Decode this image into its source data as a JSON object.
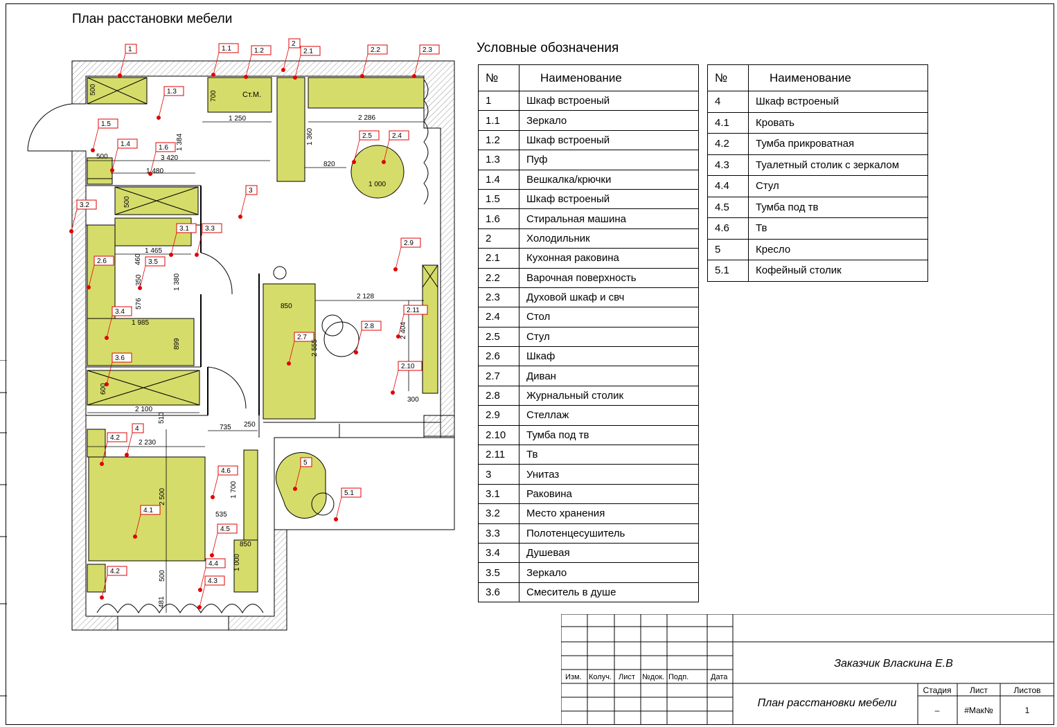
{
  "title": "План расстановки мебели",
  "legend_title": "Условные обозначения",
  "legend_header": {
    "num": "№",
    "name": "Наименование"
  },
  "legend_left": [
    {
      "num": "1",
      "name": "Шкаф встроеный"
    },
    {
      "num": "1.1",
      "name": "Зеркало"
    },
    {
      "num": "1.2",
      "name": "Шкаф встроеный"
    },
    {
      "num": "1.3",
      "name": "Пуф"
    },
    {
      "num": "1.4",
      "name": "Вешкалка/крючки"
    },
    {
      "num": "1.5",
      "name": "Шкаф встроеный"
    },
    {
      "num": "1.6",
      "name": "Стиральная машина"
    },
    {
      "num": "2",
      "name": "Холодильник"
    },
    {
      "num": "2.1",
      "name": "Кухонная раковина"
    },
    {
      "num": "2.2",
      "name": "Варочная поверхность"
    },
    {
      "num": "2.3",
      "name": "Духовой шкаф и свч"
    },
    {
      "num": "2.4",
      "name": "Стол"
    },
    {
      "num": "2.5",
      "name": "Стул"
    },
    {
      "num": "2.6",
      "name": "Шкаф"
    },
    {
      "num": "2.7",
      "name": "Диван"
    },
    {
      "num": "2.8",
      "name": "Журнальный столик"
    },
    {
      "num": "2.9",
      "name": "Стеллаж"
    },
    {
      "num": "2.10",
      "name": "Тумба под тв"
    },
    {
      "num": "2.11",
      "name": "Тв"
    },
    {
      "num": "3",
      "name": "Унитаз"
    },
    {
      "num": "3.1",
      "name": "Раковина"
    },
    {
      "num": "3.2",
      "name": "Место хранения"
    },
    {
      "num": "3.3",
      "name": "Полотенцесушитель"
    },
    {
      "num": "3.4",
      "name": "Душевая"
    },
    {
      "num": "3.5",
      "name": "Зеркало"
    },
    {
      "num": "3.6",
      "name": "Смеситель в душе"
    }
  ],
  "legend_right": [
    {
      "num": "4",
      "name": "Шкаф встроеный"
    },
    {
      "num": "4.1",
      "name": "Кровать"
    },
    {
      "num": "4.2",
      "name": "Тумба прикроватная"
    },
    {
      "num": "4.3",
      "name": "Туалетный столик с зеркалом"
    },
    {
      "num": "4.4",
      "name": "Стул"
    },
    {
      "num": "4.5",
      "name": "Тумба под тв"
    },
    {
      "num": "4.6",
      "name": "Тв"
    },
    {
      "num": "5",
      "name": "Кресло"
    },
    {
      "num": "5.1",
      "name": "Кофейный столик"
    }
  ],
  "stamp": {
    "cols": [
      "Изм.",
      "Колуч.",
      "Лист",
      "№док.",
      "Подп.",
      "Дата"
    ],
    "customer": "Заказчик Власкина Е.В",
    "sheet_title": "План расстановки мебели",
    "stage_label": "Стадия",
    "sheet_label": "Лист",
    "sheets_label": "Листов",
    "stage_value": "–",
    "sheet_value": "#Мак№",
    "sheets_value": "1"
  },
  "plan_marks": [
    "1",
    "1.1",
    "1.2",
    "1.3",
    "1.4",
    "1.5",
    "1.6",
    "2",
    "2.1",
    "2.2",
    "2.3",
    "2.4",
    "2.5",
    "2.6",
    "2.7",
    "2.8",
    "2.9",
    "2.10",
    "2.11",
    "3",
    "3.1",
    "3.2",
    "3.3",
    "3.4",
    "3.5",
    "3.6",
    "4",
    "4.1",
    "4.2",
    "4.2",
    "4.3",
    "4.4",
    "4.5",
    "4.6",
    "5",
    "5.1"
  ],
  "plan_dims": [
    "500",
    "700",
    "1 250",
    "2 286",
    "1 360",
    "820",
    "1 000",
    "500",
    "3 420",
    "1 384",
    "1 480",
    "500",
    "1 465",
    "460",
    "350",
    "576",
    "1 380",
    "1 985",
    "899",
    "600",
    "2 100",
    "510",
    "735",
    "250",
    "2 230",
    "2 128",
    "850",
    "2 555",
    "2 404",
    "300",
    "1 700",
    "535",
    "850",
    "1 000",
    "2 500",
    "500",
    "481"
  ],
  "plan_labels": {
    "washer": "Ст.М."
  },
  "colors": {
    "furniture": "#d6dc6a",
    "marker": "#e00000",
    "hatch": "#9a9a9a"
  }
}
